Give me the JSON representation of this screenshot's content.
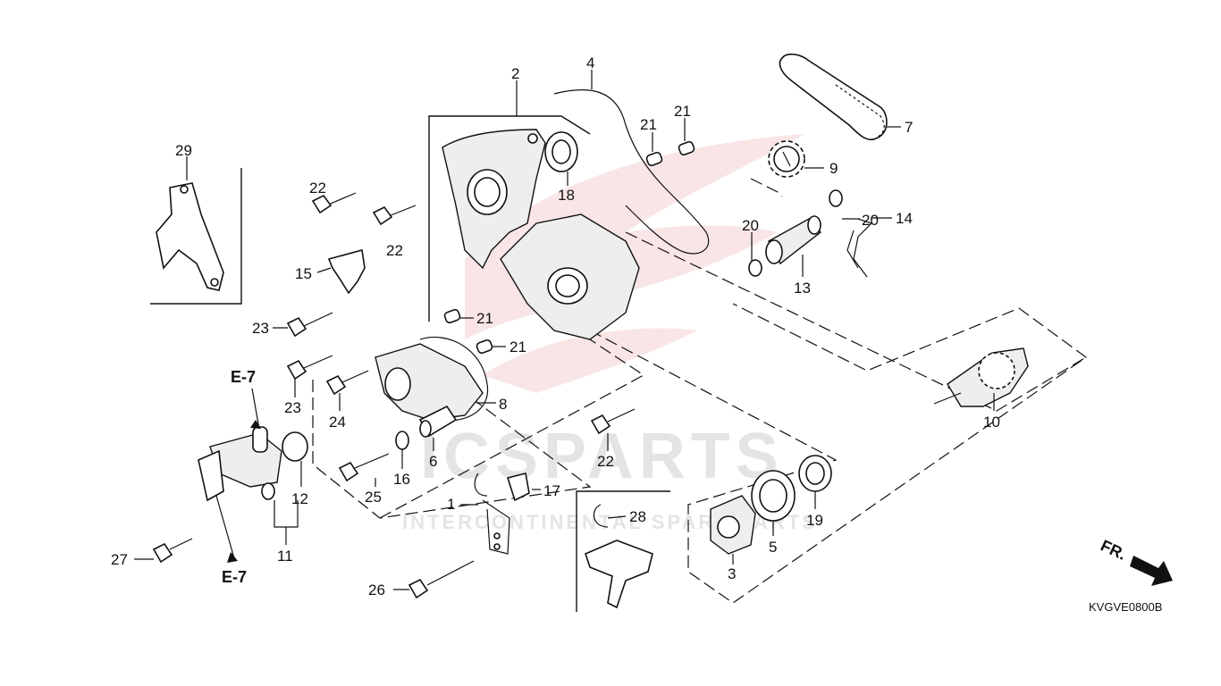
{
  "diagram": {
    "code": "KVGVE0800B",
    "direction_label": "FR.",
    "watermark": {
      "brand": "ICSPARTS",
      "tagline": "INTERCONTINENTAL SPARE PARTS"
    },
    "callouts": {
      "c2": "2",
      "c4": "4",
      "c7": "7",
      "c9": "9",
      "c29": "29",
      "c21a": "21",
      "c21b": "21",
      "c22a": "22",
      "c22b": "22",
      "c18": "18",
      "c20a": "20",
      "c20b": "20",
      "c14": "14",
      "c13": "13",
      "c15": "15",
      "c23a": "23",
      "c21c": "21",
      "c21d": "21",
      "c23b": "23",
      "c8": "8",
      "c24": "24",
      "c10": "10",
      "c22c": "22",
      "c6": "6",
      "c16": "16",
      "c25": "25",
      "c17": "17",
      "c1": "1",
      "c12": "12",
      "c11": "11",
      "c27": "27",
      "c28": "28",
      "c19": "19",
      "c5": "5",
      "c3": "3",
      "c26": "26",
      "e7a": "E-7",
      "e7b": "E-7"
    }
  }
}
